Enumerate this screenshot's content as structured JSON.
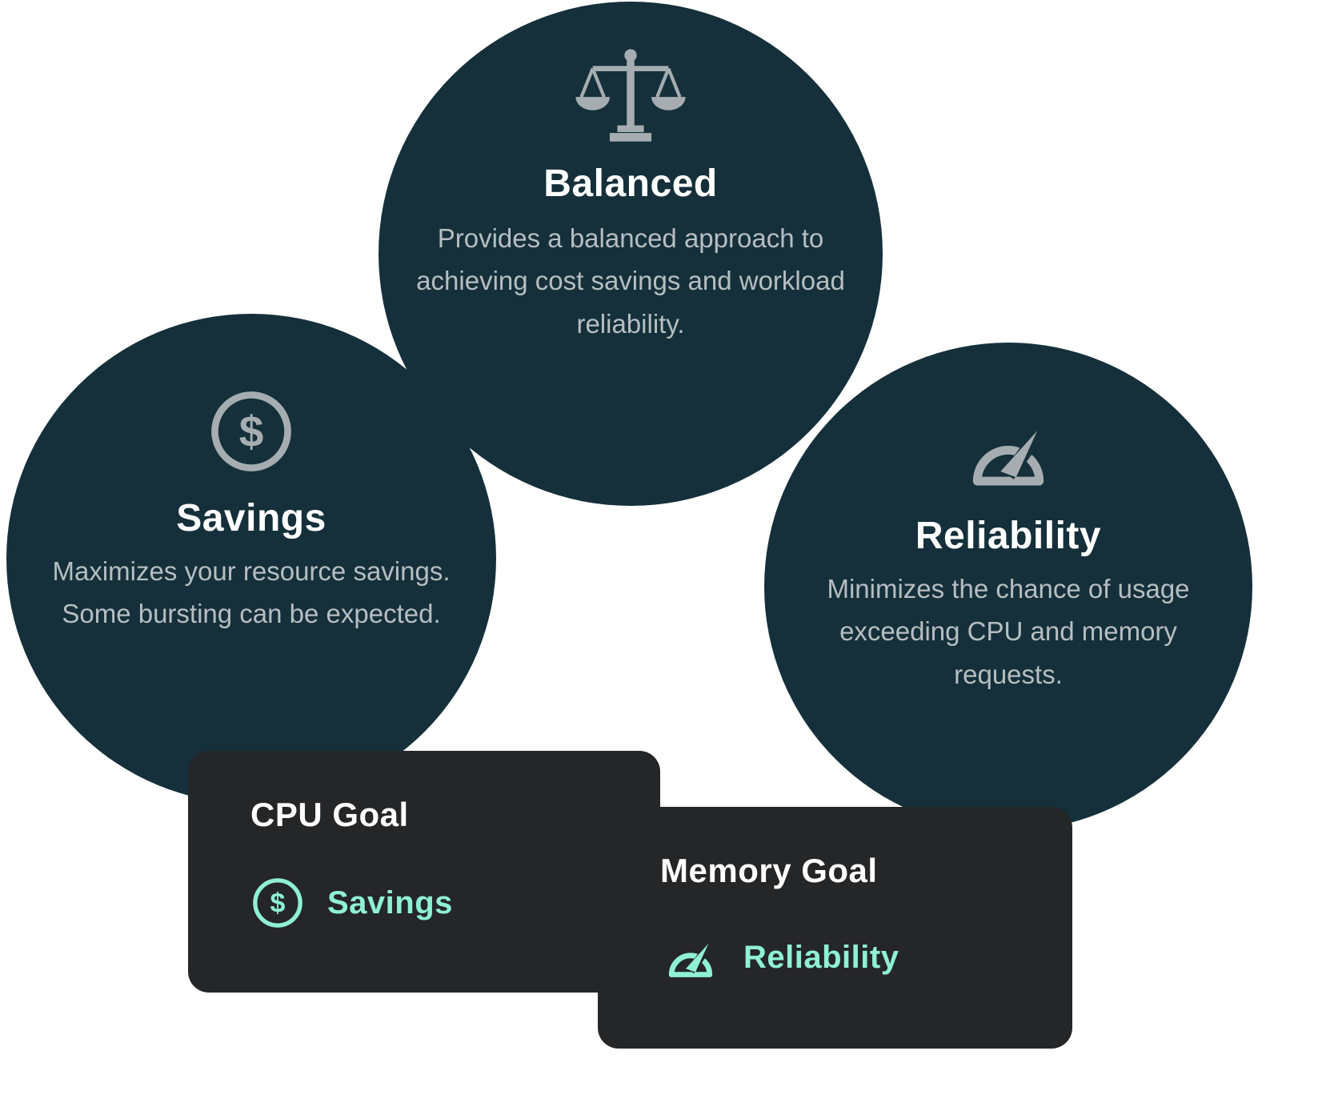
{
  "colors": {
    "background": "#ffffff",
    "circle_bg": "#15303a",
    "card_bg": "#242628",
    "accent": "#8ff0d4",
    "title": "#ffffff",
    "body": "#b6bec2",
    "icon_gray": "#a6adb1"
  },
  "circles": {
    "balanced": {
      "title": "Balanced",
      "description": "Provides a balanced approach to achieving cost savings and workload reliability.",
      "icon": "scale-icon"
    },
    "savings": {
      "title": "Savings",
      "description": "Maximizes your resource savings. Some bursting can be expected.",
      "icon": "dollar-icon"
    },
    "reliability": {
      "title": "Reliability",
      "description": "Minimizes the chance of usage exceeding CPU and memory requests.",
      "icon": "gauge-icon"
    }
  },
  "cards": {
    "cpu": {
      "title": "CPU Goal",
      "value": "Savings",
      "icon": "dollar-icon"
    },
    "memory": {
      "title": "Memory Goal",
      "value": "Reliability",
      "icon": "gauge-icon"
    }
  }
}
